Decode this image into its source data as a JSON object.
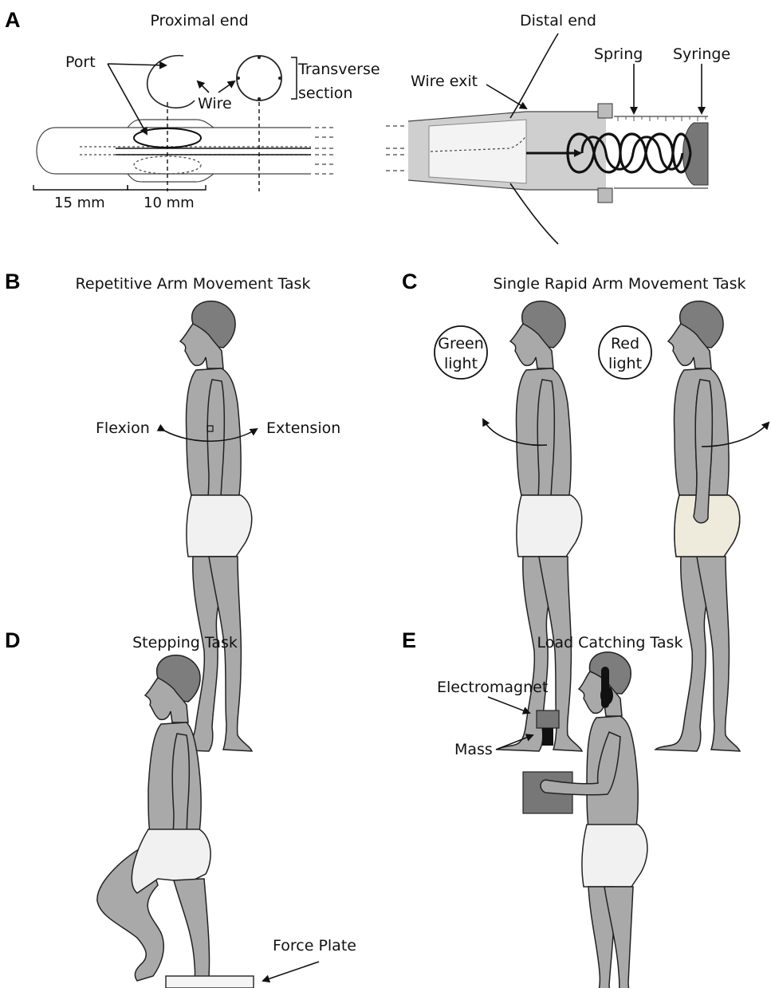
{
  "panels": {
    "a": {
      "letter": "A",
      "proximal_title": "Proximal end",
      "distal_title": "Distal end",
      "port_label": "Port",
      "wire_label": "Wire",
      "transverse_label_1": "Transverse",
      "transverse_label_2": "section",
      "dim_1": "15 mm",
      "dim_2": "10 mm",
      "wire_exit_label": "Wire exit",
      "spring_label": "Spring",
      "syringe_label": "Syringe"
    },
    "b": {
      "letter": "B",
      "title": "Repetitive Arm Movement Task",
      "flexion": "Flexion",
      "extension": "Extension"
    },
    "c": {
      "letter": "C",
      "title": "Single Rapid Arm Movement Task",
      "green_1": "Green",
      "green_2": "light",
      "red_1": "Red",
      "red_2": "light"
    },
    "d": {
      "letter": "D",
      "title": "Stepping Task",
      "force_plate": "Force Plate"
    },
    "e": {
      "letter": "E",
      "title": "Load Catching Task",
      "electromagnet": "Electromagnet",
      "mass": "Mass"
    }
  },
  "colors": {
    "skin": "#a9a9a9",
    "hair": "#7d7d7d",
    "shorts": "#f1f1f1",
    "shorts_cream": "#eeebdd",
    "device_grey": "#cfcfcf"
  }
}
